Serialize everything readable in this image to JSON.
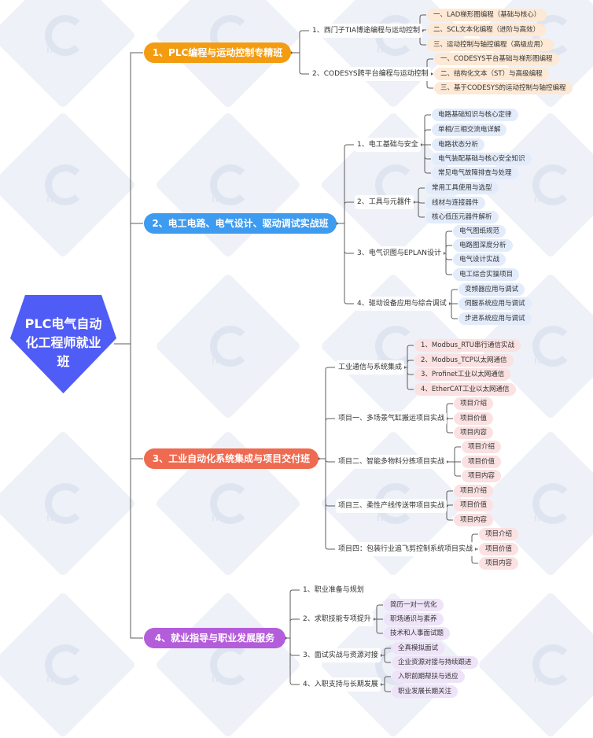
{
  "colors": {
    "root": "#4f5cf5",
    "s1": "#f39c12",
    "s2": "#3d9bf0",
    "s3": "#ee6a50",
    "s4": "#b45ddb",
    "line": "#5c5c5c"
  },
  "watermark": {
    "text": "IIT",
    "icon": "brand-logo-icon"
  },
  "mindmap": {
    "root": "PLC电气自动化工程师就业班",
    "sections": [
      {
        "title": "1、PLC编程与运动控制专精班",
        "groups": [
          {
            "label": "1、西门子TIA博途编程与运动控制",
            "items": [
              "一、LAD梯形图编程（基础与核心）",
              "二、SCL文本化编程（进阶与高效）",
              "三、运动控制与轴控编程（高级应用）"
            ]
          },
          {
            "label": "2、CODESYS跨平台编程与运动控制",
            "items": [
              "一、CODESYS平台基础与梯形图编程",
              "二、结构化文本（ST）与高级编程",
              "三、基于CODESYS的运动控制与轴控编程"
            ]
          }
        ]
      },
      {
        "title": "2、电工电路、电气设计、驱动调试实战班",
        "groups": [
          {
            "label": "1、电工基础与安全",
            "items": [
              "电路基础知识与核心定律",
              "单相/三相交流电详解",
              "电路状态分析",
              "电气装配基础与核心安全知识",
              "常见电气故障排查与处理"
            ]
          },
          {
            "label": "2、工具与元器件",
            "items": [
              "常用工具使用与选型",
              "线材与连接器件",
              "核心低压元器件解析"
            ]
          },
          {
            "label": "3、电气识图与EPLAN设计",
            "items": [
              "电气图纸规范",
              "电路图深度分析",
              "电气设计实战",
              "电工综合实操项目"
            ]
          },
          {
            "label": "4、驱动设备应用与综合调试",
            "items": [
              "变频器应用与调试",
              "伺服系统应用与调试",
              "步进系统应用与调试"
            ]
          }
        ]
      },
      {
        "title": "3、工业自动化系统集成与项目交付班",
        "groups": [
          {
            "label": "工业通信与系统集成",
            "items": [
              "1、Modbus_RTU串行通信实战",
              "2、Modbus_TCP以太网通信",
              "3、Profinet工业以太网通信",
              "4、EtherCAT工业以太网通信"
            ]
          },
          {
            "label": "项目一、多场景气缸搬运项目实战",
            "items": [
              "项目介绍",
              "项目价值",
              "项目内容"
            ]
          },
          {
            "label": "项目二、智能多物料分拣项目实战",
            "items": [
              "项目介绍",
              "项目价值",
              "项目内容"
            ]
          },
          {
            "label": "项目三、柔性产线传送带项目实战",
            "items": [
              "项目介绍",
              "项目价值",
              "项目内容"
            ]
          },
          {
            "label": "项目四：包装行业追飞剪控制系统项目实战",
            "items": [
              "项目介绍",
              "项目价值",
              "项目内容"
            ]
          }
        ]
      },
      {
        "title": "4、就业指导与职业发展服务",
        "groups": [
          {
            "label": "1、职业准备与规划",
            "items": []
          },
          {
            "label": "2、求职技能专项提升",
            "items": [
              "简历一对一优化",
              "职场通识与素养",
              "技术和人事面试题"
            ]
          },
          {
            "label": "3、面试实战与资源对接",
            "items": [
              "全真模拟面试",
              "企业资源对接与持续跟进"
            ]
          },
          {
            "label": "4、入职支持与长期发展",
            "items": [
              "入职前期帮扶与适应",
              "职业发展长期关注"
            ]
          }
        ]
      }
    ]
  }
}
